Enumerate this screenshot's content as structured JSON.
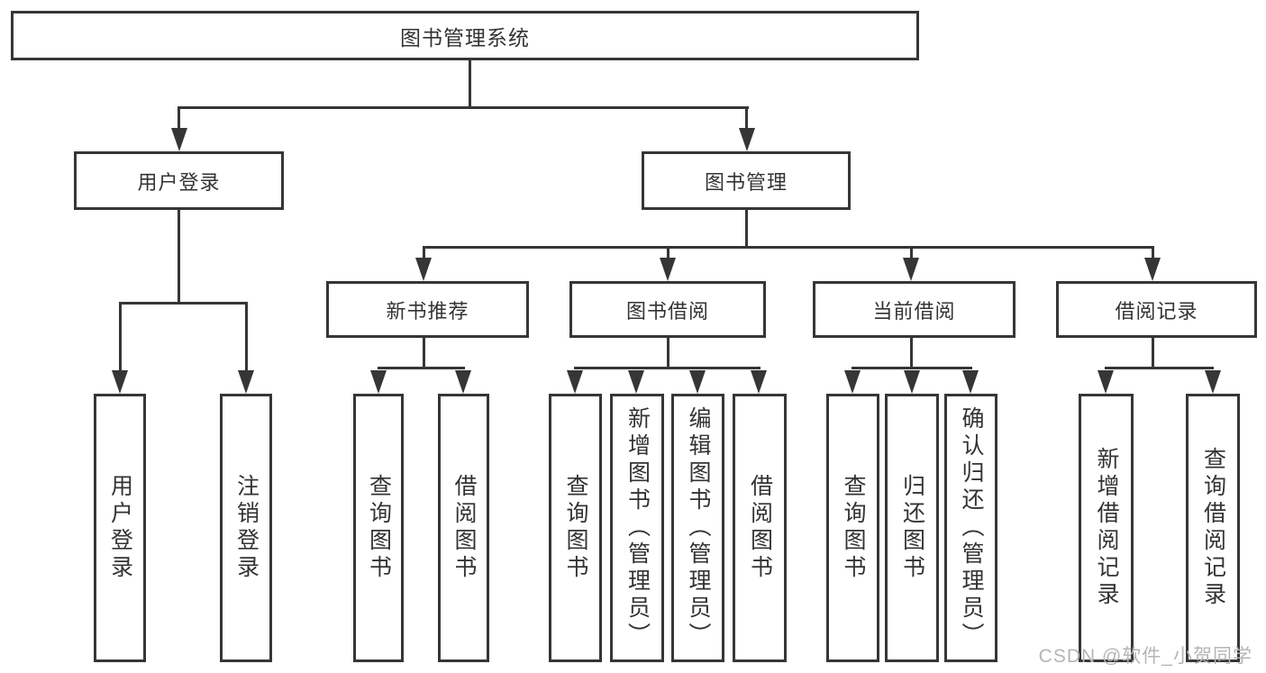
{
  "root": {
    "label": "图书管理系统"
  },
  "branches": [
    {
      "label": "用户登录",
      "children": [
        {
          "label": "用户登录"
        },
        {
          "label": "注销登录"
        }
      ]
    },
    {
      "label": "图书管理",
      "children": [
        {
          "label": "新书推荐",
          "children": [
            {
              "label": "查询图书"
            },
            {
              "label": "借阅图书"
            }
          ]
        },
        {
          "label": "图书借阅",
          "children": [
            {
              "label": "查询图书"
            },
            {
              "label": "新增图书（管理员）"
            },
            {
              "label": "编辑图书（管理员）"
            },
            {
              "label": "借阅图书"
            }
          ]
        },
        {
          "label": "当前借阅",
          "children": [
            {
              "label": "查询图书"
            },
            {
              "label": "归还图书"
            },
            {
              "label": "确认归还（管理员）"
            }
          ]
        },
        {
          "label": "借阅记录",
          "children": [
            {
              "label": "新增借阅记录"
            },
            {
              "label": "查询借阅记录"
            }
          ]
        }
      ]
    }
  ],
  "watermark": {
    "text": "CSDN @软件_小贺同学"
  },
  "colors": {
    "line": "#363636",
    "text": "#333333",
    "watermark": "#b5b5b5",
    "background": "#ffffff"
  }
}
